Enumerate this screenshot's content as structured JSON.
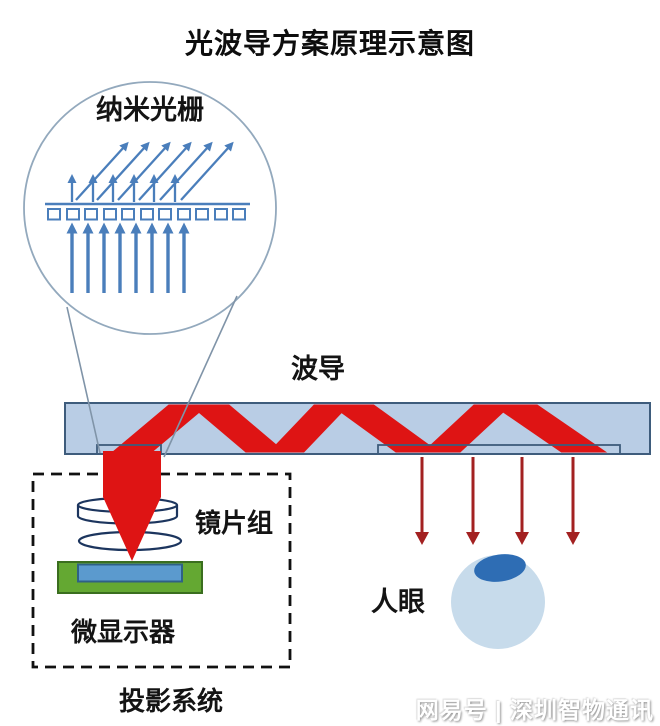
{
  "title": "光波导方案原理示意图",
  "diagram": {
    "detail_circle": {
      "label": "纳米光栅"
    },
    "waveguide": {
      "label": "波导"
    },
    "projector": {
      "lens_label": "镜片组",
      "display_label": "微显示器",
      "box_label": "投影系统"
    },
    "eye": {
      "label": "人眼"
    }
  },
  "watermark": {
    "text": "网易号 | 深圳智物通讯"
  },
  "colors": {
    "beam_red": "#de1414",
    "exit_arrow_red": "#a32121",
    "grating_blue": "#4a7ebb",
    "waveguide_fill": "#b9cde5",
    "waveguide_border": "#3e5c7c",
    "lens_outline": "#1c355e",
    "display_green": "#64a832",
    "display_green_border": "#3a6e1f",
    "display_blue": "#5b9ace",
    "eye_fill": "#c7dbeb",
    "iris_blue": "#2e6db4",
    "circle_stroke": "#93a9bd"
  }
}
